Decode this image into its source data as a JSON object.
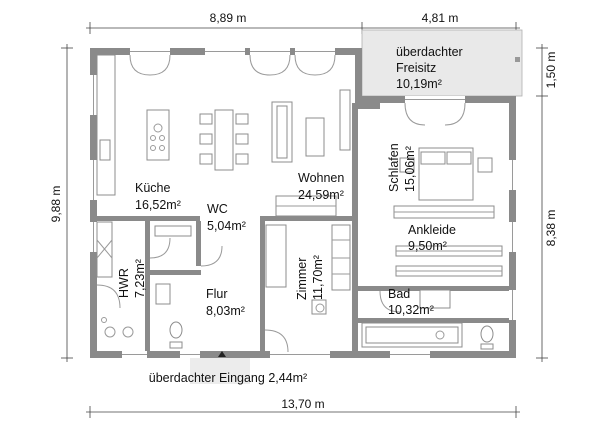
{
  "dimensions": {
    "top_left": "8,89 m",
    "top_right": "4,81 m",
    "bottom": "13,70 m",
    "left": "9,88 m",
    "right_top": "1,50 m",
    "right_main": "8,38 m"
  },
  "rooms": {
    "freisitz": {
      "line1": "überdachter",
      "line2": "Freisitz",
      "area": "10,19m²"
    },
    "kueche": {
      "name": "Küche",
      "area": "16,52m²"
    },
    "wohnen": {
      "name": "Wohnen",
      "area": "24,59m²"
    },
    "wc": {
      "name": "WC",
      "area": "5,04m²"
    },
    "schlafen": {
      "name": "Schlafen",
      "area": "15,06m²"
    },
    "ankleide": {
      "name": "Ankleide",
      "area": "9,50m²"
    },
    "hwr": {
      "name": "HWR",
      "area": "7,23m²"
    },
    "zimmer": {
      "name": "Zimmer",
      "area": "11,70m²"
    },
    "flur": {
      "name": "Flur",
      "area": "8,03m²"
    },
    "bad": {
      "name": "Bad",
      "area": "10,32m²"
    },
    "eingang": {
      "text": "überdachter Eingang 2,44m²"
    }
  },
  "colors": {
    "wall": "#8a8a8a",
    "terrace": "#e9e9e9",
    "dimension": "#444444"
  }
}
